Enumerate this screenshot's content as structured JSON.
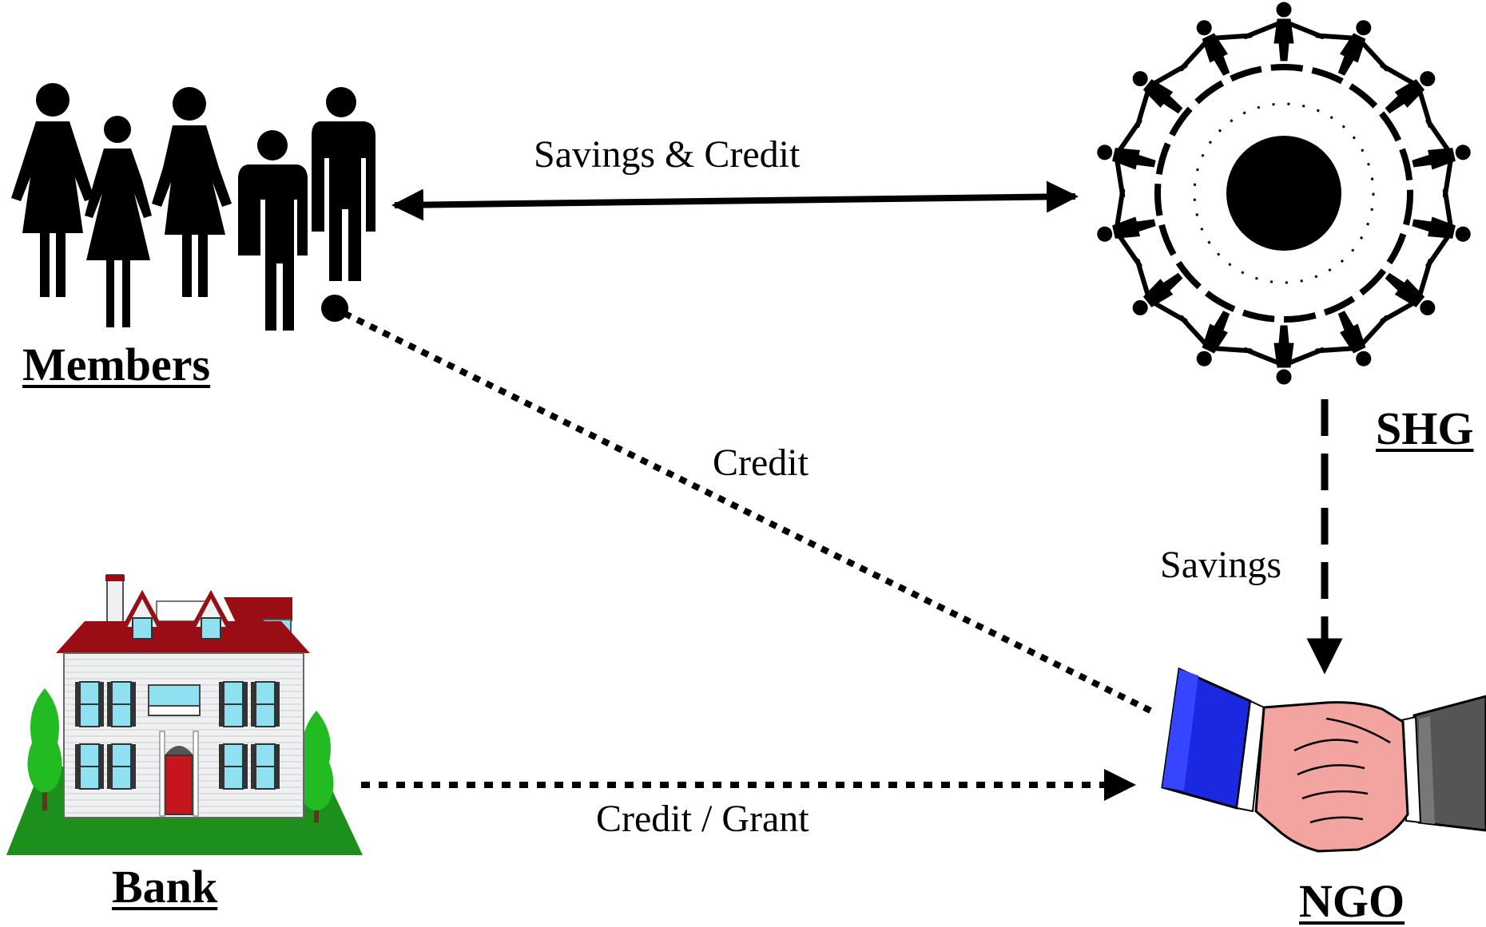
{
  "nodes": {
    "members": {
      "label": "Members"
    },
    "shg": {
      "label": "SHG"
    },
    "bank": {
      "label": "Bank"
    },
    "ngo": {
      "label": "NGO"
    }
  },
  "edges": {
    "members_shg": {
      "label": "Savings & Credit",
      "style": "solid",
      "direction": "both"
    },
    "ngo_members": {
      "label": "Credit",
      "style": "dotted",
      "direction": "to-members"
    },
    "shg_ngo": {
      "label": "Savings",
      "style": "dashed",
      "direction": "to-ngo"
    },
    "bank_ngo": {
      "label": "Credit / Grant",
      "style": "dotted",
      "direction": "to-ngo"
    }
  },
  "colors": {
    "roof": "#9b0d14",
    "house_wall": "#eef0f2",
    "window": "#8fe0f0",
    "door": "#c4161c",
    "tree": "#22bb22",
    "lawn": "#1d8f1d",
    "sleeve_left": "#1a28e0",
    "sleeve_right": "#555555",
    "skin": "#f3a4a0"
  }
}
